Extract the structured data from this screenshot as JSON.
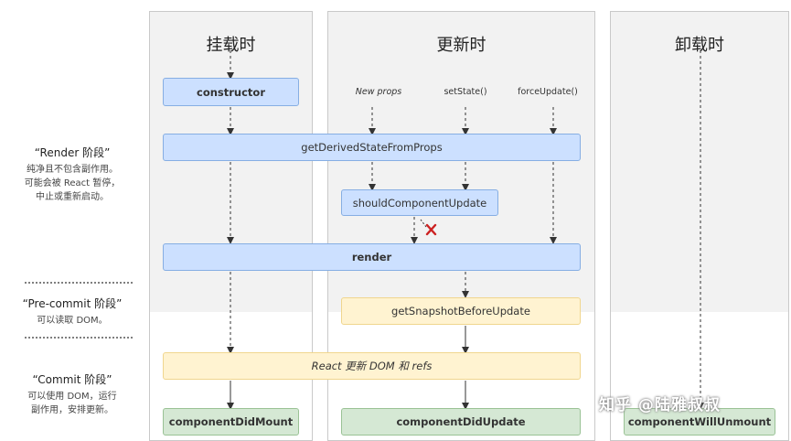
{
  "columns": {
    "mount": "挂载时",
    "update": "更新时",
    "unmount": "卸载时"
  },
  "phases": {
    "render": {
      "title": "“Render 阶段”",
      "desc": [
        "纯净且不包含副作用。",
        "可能会被 React 暂停，",
        "中止或重新启动。"
      ]
    },
    "precommit": {
      "title": "“Pre-commit 阶段”",
      "desc": [
        "可以读取 DOM。"
      ]
    },
    "commit": {
      "title": "“Commit 阶段”",
      "desc": [
        "可以使用 DOM，运行",
        "副作用，安排更新。"
      ]
    }
  },
  "triggers": {
    "new_props": "New props",
    "set_state": "setState()",
    "force_update": "forceUpdate()"
  },
  "nodes": {
    "constructor": "constructor",
    "get_derived_state": "getDerivedStateFromProps",
    "should_update": "shouldComponentUpdate",
    "render": "render",
    "get_snapshot": "getSnapshotBeforeUpdate",
    "react_update_dom": "React 更新 DOM 和 refs",
    "did_mount": "componentDidMount",
    "did_update": "componentDidUpdate",
    "will_unmount": "componentWillUnmount"
  },
  "watermark": "知乎 @陆雅叔叔",
  "colors": {
    "blue_fill": "#cce0ff",
    "yellow_fill": "#fff3d1",
    "green_fill": "#d5e8d4",
    "cancel_mark": "#cc2222"
  }
}
